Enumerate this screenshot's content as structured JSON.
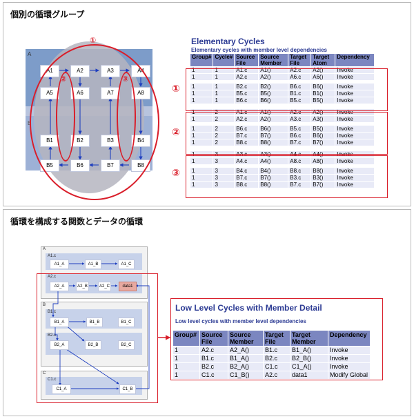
{
  "section1": {
    "title": "個別の循環グループ",
    "diagram": {
      "group_a": "A",
      "group_b": "B",
      "nodes_top": [
        "A1",
        "A2",
        "A3",
        "A4"
      ],
      "nodes_mid_a": [
        "A5",
        "A6",
        "A7",
        "A8"
      ],
      "nodes_mid_b": [
        "B1",
        "B2",
        "B3",
        "B4"
      ],
      "nodes_bottom": [
        "B5",
        "B6",
        "B7",
        "B8"
      ],
      "circle_all": "①",
      "circle_left": "②",
      "circle_right": "③"
    },
    "table": {
      "title": "Elementary Cycles",
      "subtitle": "Elementary cycles with member level dependencies",
      "headers": [
        "Group#",
        "Cycle#",
        "Source File",
        "Source Member",
        "Target File",
        "Target Atom",
        "Dependency"
      ],
      "groups": [
        {
          "label": "①",
          "rows": [
            [
              "1",
              "1",
              "A1.c",
              "A1()",
              "A2.c",
              "A2()",
              "Invoke"
            ],
            [
              "1",
              "1",
              "A2.c",
              "A2()",
              "A6.c",
              "A6()",
              "Invoke"
            ],
            [
              "1",
              "1",
              "B2.c",
              "B2()",
              "B6.c",
              "B6()",
              "Invoke"
            ],
            [
              "1",
              "1",
              "B5.c",
              "B5()",
              "B1.c",
              "B1()",
              "Invoke"
            ],
            [
              "1",
              "1",
              "B6.c",
              "B6()",
              "B5.c",
              "B5()",
              "Invoke"
            ]
          ]
        },
        {
          "label": "②",
          "rows": [
            [
              "1",
              "2",
              "A1.c",
              "A1()",
              "A2.c",
              "A2()",
              "Invoke"
            ],
            [
              "1",
              "2",
              "A2.c",
              "A2()",
              "A3.c",
              "A3()",
              "Invoke"
            ],
            [
              "1",
              "2",
              "B6.c",
              "B6()",
              "B5.c",
              "B5()",
              "Invoke"
            ],
            [
              "1",
              "2",
              "B7.c",
              "B7()",
              "B6.c",
              "B6()",
              "Invoke"
            ],
            [
              "1",
              "2",
              "B8.c",
              "B8()",
              "B7.c",
              "B7()",
              "Invoke"
            ]
          ]
        },
        {
          "label": "③",
          "rows": [
            [
              "1",
              "3",
              "A3.c",
              "A3()",
              "A4.c",
              "A4()",
              "Invoke"
            ],
            [
              "1",
              "3",
              "A4.c",
              "A4()",
              "A8.c",
              "A8()",
              "Invoke"
            ],
            [
              "1",
              "3",
              "B4.c",
              "B4()",
              "B8.c",
              "B8()",
              "Invoke"
            ],
            [
              "1",
              "3",
              "B7.c",
              "B7()",
              "B3.c",
              "B3()",
              "Invoke"
            ],
            [
              "1",
              "3",
              "B8.c",
              "B8()",
              "B7.c",
              "B7()",
              "Invoke"
            ]
          ]
        }
      ]
    }
  },
  "section2": {
    "title": "循環を構成する関数とデータの循環",
    "diagram": {
      "group_a": "A",
      "group_b": "B",
      "group_c": "C",
      "file_a1": "A1.c",
      "file_a2": "A2.c",
      "file_b1": "B1.c",
      "file_b2": "B2.c",
      "file_c1": "C1.c",
      "a1_nodes": [
        "A1_A",
        "A1_B",
        "A1_C"
      ],
      "a2_nodes": [
        "A2_A",
        "A2_B",
        "A2_C",
        "data1"
      ],
      "b1_nodes": [
        "B1_A",
        "B1_B",
        "B1_C"
      ],
      "b2_nodes": [
        "B2_A",
        "B2_B",
        "B2_C"
      ],
      "c1_nodes": [
        "C1_A",
        "C1_B"
      ]
    },
    "table": {
      "title": "Low Level Cycles with Member Detail",
      "subtitle": "Low level cycles with member level dependencies",
      "headers": [
        "Group#",
        "Source File",
        "Source Member",
        "Target File",
        "Target Member",
        "Dependency"
      ],
      "rows": [
        [
          "1",
          "A2.c",
          "A2_A()",
          "B1.c",
          "B1_A()",
          "Invoke"
        ],
        [
          "1",
          "B1.c",
          "B1_A()",
          "B2.c",
          "B2_B()",
          "Invoke"
        ],
        [
          "1",
          "B2.c",
          "B2_A()",
          "C1.c",
          "C1_A()",
          "Invoke"
        ],
        [
          "1",
          "C1.c",
          "C1_B()",
          "A2.c",
          "data1",
          "Modify Global"
        ]
      ]
    }
  },
  "colors": {
    "red": "#d91e2a",
    "header": "#7b86c0",
    "row": "#e8eaf7",
    "title_blue": "#2c3b94",
    "node_border": "#bfc6dc",
    "data_node": "#e8a9a0"
  }
}
